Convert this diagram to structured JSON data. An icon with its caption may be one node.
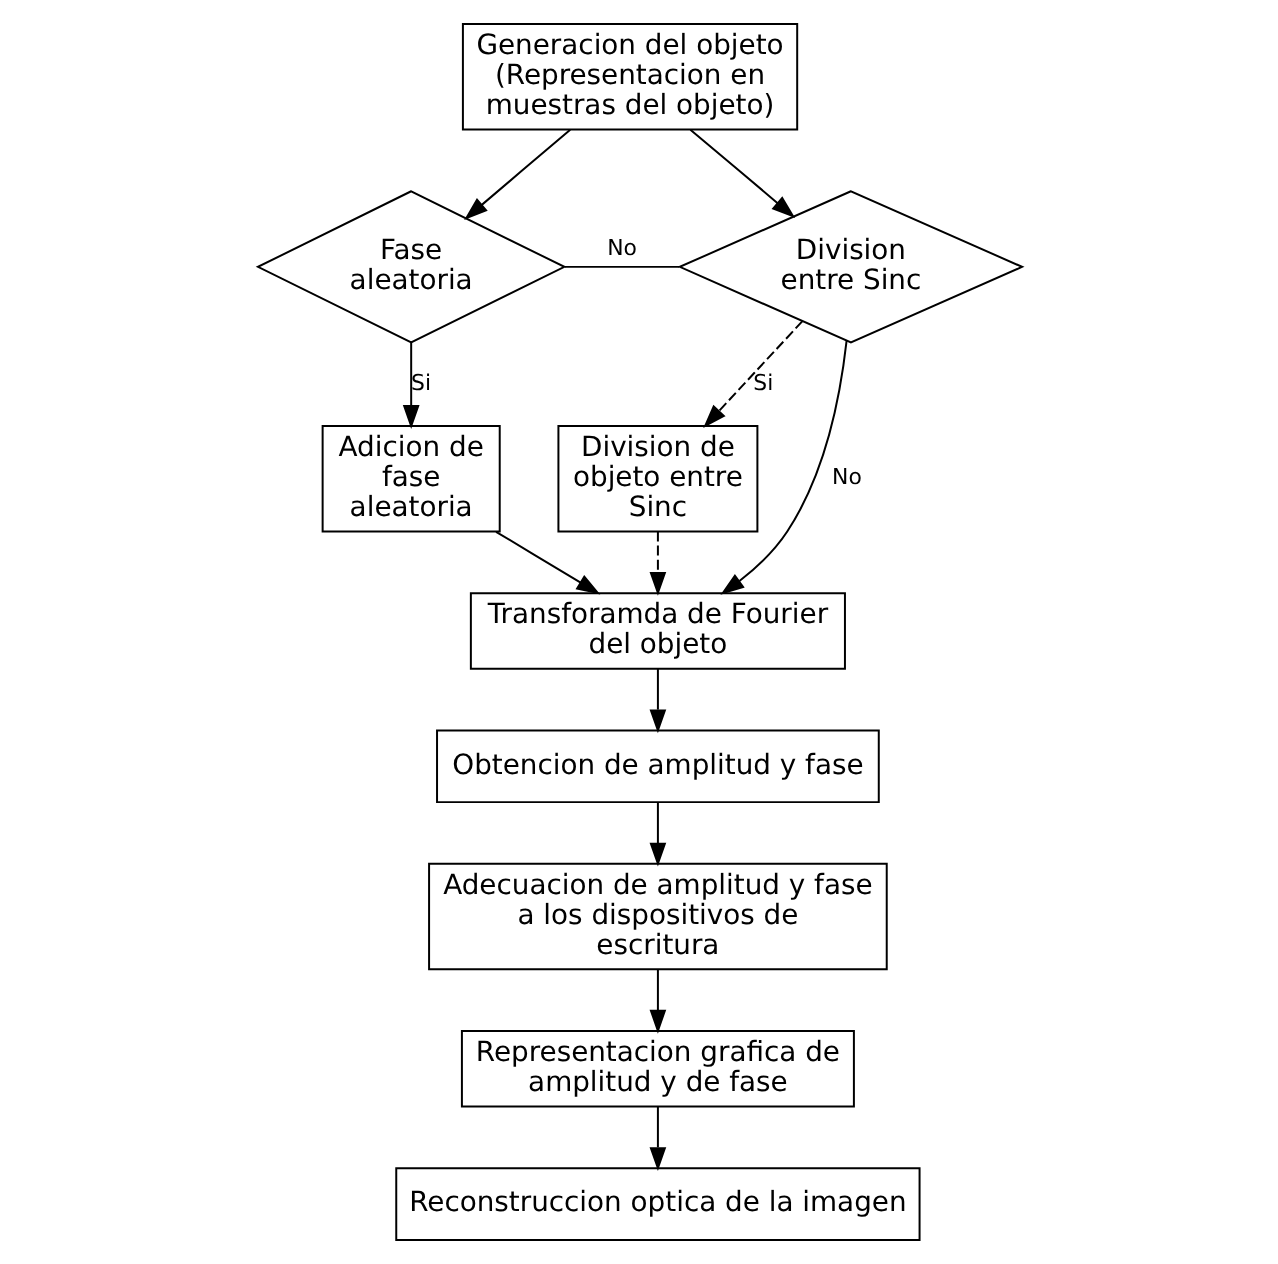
{
  "diagram": {
    "nodes": [
      {
        "text": [
          "Generacion del objeto (Representacion en muestras del objeto)"
        ]
      },
      {
        "text": [
          "Fase aleatoria"
        ]
      },
      {
        "text": [
          "Division entre Sinc"
        ]
      },
      {
        "text": [
          "Adicion de fase aleatoria"
        ]
      },
      {
        "text": [
          "Division de objeto entre Sinc"
        ]
      },
      {
        "text": [
          "Transforamda de Fourier del objeto"
        ]
      },
      {
        "text": [
          "Obtencion de amplitud y fase"
        ]
      },
      {
        "text": [
          "Adecuacion de amplitud y fase a los dispositivos de escritura"
        ]
      },
      {
        "text": [
          "Representacion grafica de amplitud y de fase"
        ]
      },
      {
        "text": [
          "Reconstruccion optica de la imagen"
        ]
      }
    ],
    "edges": [
      {
        "from": 0,
        "to": 1,
        "arrow": "to"
      },
      {
        "from": 0,
        "to": 2,
        "arrow": "to"
      },
      {
        "from": 1,
        "to": 3,
        "arrow": "to",
        "label": "Si"
      },
      {
        "from": 1,
        "to": 2,
        "arrow": "none",
        "label": "No"
      },
      {
        "from": 2,
        "to": 4,
        "arrow": "to",
        "label": "Si",
        "style": "dashed"
      },
      {
        "from": 2,
        "to": 5,
        "arrow": "to",
        "label": "No"
      },
      {
        "from": 3,
        "to": 5,
        "arrow": "to"
      },
      {
        "from": 4,
        "to": 5,
        "arrow": "to",
        "style": "dashed"
      },
      {
        "from": 5,
        "to": 6,
        "arrow": "to"
      },
      {
        "from": 6,
        "to": 7,
        "arrow": "to"
      },
      {
        "from": 7,
        "to": 8,
        "arrow": "to"
      },
      {
        "from": 8,
        "to": 9,
        "arrow": "to"
      }
    ]
  }
}
